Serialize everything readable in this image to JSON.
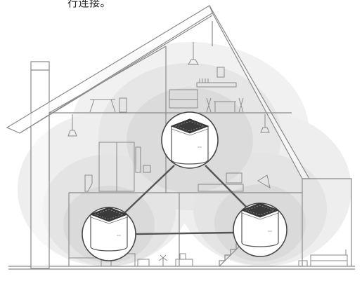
{
  "caption": {
    "text": "行连接。"
  },
  "diagram": {
    "kind": "mesh-wifi-network-illustration",
    "node_count": 3,
    "icons": [
      "house-outline-icon",
      "mesh-router-node-icon",
      "wifi-signal-coverage-icon"
    ],
    "colors": {
      "outline": "#7f7f7f",
      "link": "#555555",
      "coverage_outer": "#ededed",
      "coverage_mid": "#e2e2e2",
      "coverage_inner": "#d6d6d6",
      "background": "#ffffff"
    }
  }
}
